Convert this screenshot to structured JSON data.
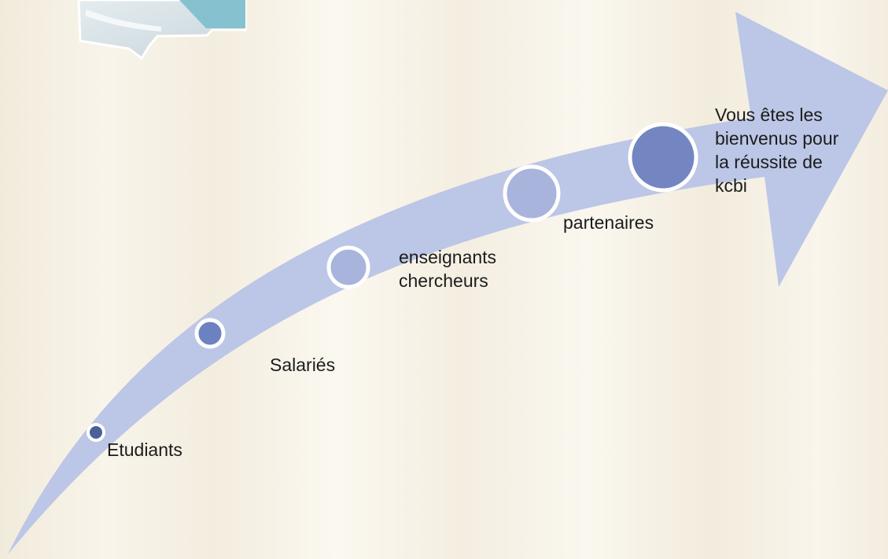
{
  "stages": [
    {
      "label": "Etudiants",
      "fill": "#4a6196"
    },
    {
      "label": "Salariés",
      "fill": "#6c82c0"
    },
    {
      "label": "enseignants\nchercheurs",
      "fill": "#a8b4dc"
    },
    {
      "label": "partenaires",
      "fill": "#a8b4dc"
    },
    {
      "label": "Vous êtes les\nbienvenus pour\nla réussite de\nkcbi",
      "fill": "#7386c2"
    }
  ],
  "colors": {
    "arrow": "#bcc6e6",
    "ring": "#ffffff"
  },
  "icons": {
    "top_left": "gear-icon"
  }
}
